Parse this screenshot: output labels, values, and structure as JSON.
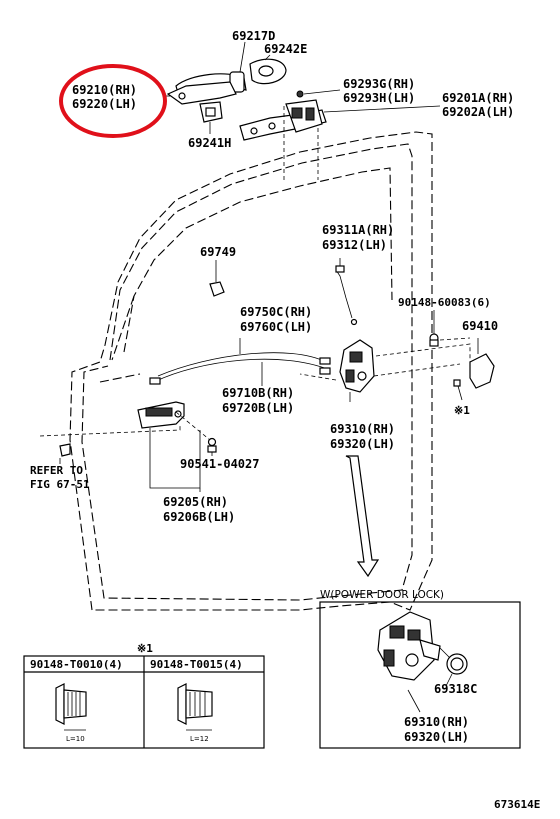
{
  "diagram": {
    "drawing_number": "673614E",
    "highlight_color": "#e0101a",
    "parts": [
      {
        "id": "p69217D",
        "lines": [
          "69217D"
        ]
      },
      {
        "id": "p69242E",
        "lines": [
          "69242E"
        ]
      },
      {
        "id": "p69210",
        "lines": [
          "69210(RH)",
          "69220(LH)"
        ],
        "highlighted": true
      },
      {
        "id": "p69293G",
        "lines": [
          "69293G(RH)",
          "69293H(LH)"
        ]
      },
      {
        "id": "p69201A",
        "lines": [
          "69201A(RH)",
          "69202A(LH)"
        ]
      },
      {
        "id": "p69241H",
        "lines": [
          "69241H"
        ]
      },
      {
        "id": "p69311A",
        "lines": [
          "69311A(RH)",
          "69312(LH)"
        ]
      },
      {
        "id": "p69749",
        "lines": [
          "69749"
        ]
      },
      {
        "id": "p90148_60083",
        "lines": [
          "90148-60083(6)"
        ]
      },
      {
        "id": "p69750C",
        "lines": [
          "69750C(RH)",
          "69760C(LH)"
        ]
      },
      {
        "id": "p69410",
        "lines": [
          "69410"
        ]
      },
      {
        "id": "p69710B",
        "lines": [
          "69710B(RH)",
          "69720B(LH)"
        ]
      },
      {
        "id": "p69310a",
        "lines": [
          "69310(RH)",
          "69320(LH)"
        ]
      },
      {
        "id": "pNote1",
        "lines": [
          "※1"
        ]
      },
      {
        "id": "pRefer",
        "lines": [
          "REFER TO",
          "FIG 67-51"
        ]
      },
      {
        "id": "p90541",
        "lines": [
          "90541-04027"
        ]
      },
      {
        "id": "p69205",
        "lines": [
          "69205(RH)",
          "69206B(LH)"
        ]
      },
      {
        "id": "p69318C",
        "lines": [
          "69318C"
        ]
      },
      {
        "id": "p69310b",
        "lines": [
          "69310(RH)",
          "69320(LH)"
        ]
      }
    ],
    "inset": {
      "title": "W(POWER DOOR LOCK)"
    },
    "fastener_table": {
      "note": "※1",
      "columns": [
        {
          "header": "90148-T0010(4)",
          "length": "L=10"
        },
        {
          "header": "90148-T0015(4)",
          "length": "L=12"
        }
      ]
    }
  }
}
